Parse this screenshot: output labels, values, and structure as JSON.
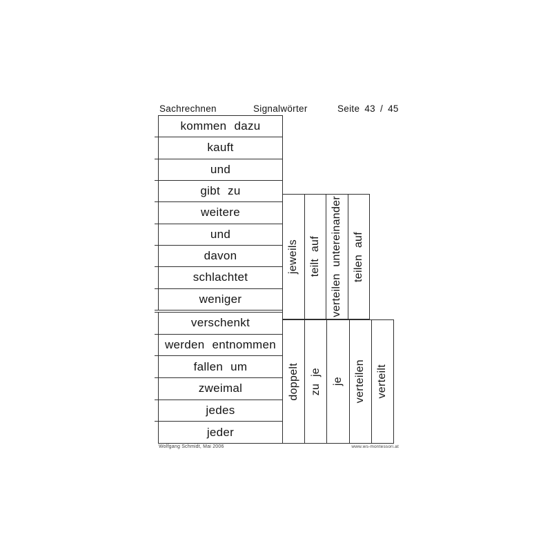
{
  "header": {
    "left": "Sachrechnen",
    "center": "Signalwörter",
    "right": "Seite 43 / 45"
  },
  "strips": {
    "left_top": [
      "kommen dazu",
      "kauft",
      "und",
      "gibt zu",
      "weitere",
      "und",
      "davon",
      "schlachtet",
      "weniger"
    ],
    "left_bottom": [
      "verschenkt",
      "werden entnommen",
      "fallen um",
      "zweimal",
      "jedes",
      "jeder"
    ],
    "right_top": [
      "jeweils",
      "teilt auf",
      "verteilen untereinander",
      "teilen auf"
    ],
    "right_bottom": [
      "doppelt",
      "zu je",
      "je",
      "verteilen",
      "verteilt"
    ]
  },
  "footer": {
    "left": "Wolfgang Schmidt, Mai 2006",
    "right": "www.ws-montessori.at"
  },
  "colors": {
    "line": "#2e2e2e",
    "text": "#141414",
    "background": "#ffffff"
  }
}
